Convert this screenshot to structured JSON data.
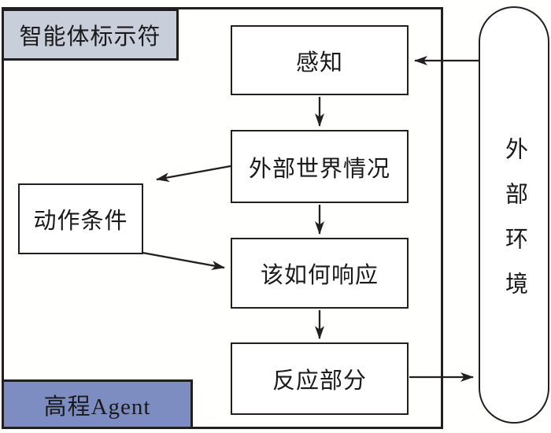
{
  "diagram": {
    "agent_id_label": "智能体标示符",
    "agent_type_label": "高程Agent",
    "external_env_label": "外部环境",
    "nodes": {
      "perception": "感知",
      "world_state": "外部世界情况",
      "action_condition": "动作条件",
      "respond": "该如何响应",
      "reaction": "反应部分"
    }
  },
  "colors": {
    "line": "#231f20",
    "agent_id_bg": "#c9cedb",
    "agent_type_bg": "#7d8cc1",
    "node_bg": "#ffffff",
    "background": "#fffffe"
  }
}
